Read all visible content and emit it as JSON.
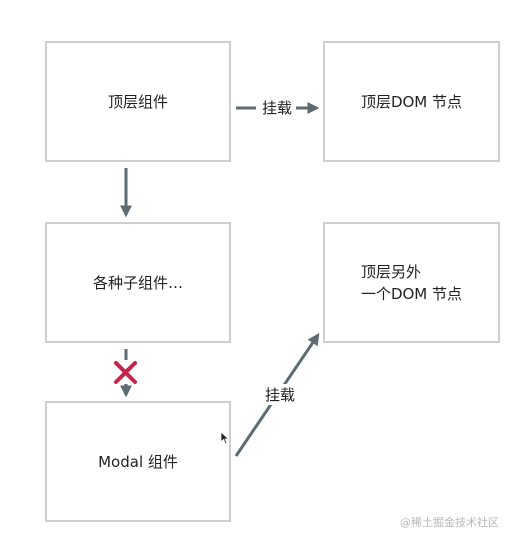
{
  "boxes": {
    "top_component": "顶层组件",
    "top_dom_node": "顶层DOM 节点",
    "child_components": "各种子组件…",
    "other_dom_node": "顶层另外\n一个DOM 节点",
    "modal_component": "Modal 组件"
  },
  "edges": {
    "mount_top": "挂载",
    "mount_modal": "挂载"
  },
  "watermark": "@稀土掘金技术社区",
  "colors": {
    "arrow": "#5d6b73",
    "box_border": "#cfcfcf",
    "cross": "#c8234a"
  },
  "icons": {
    "blocked": "cross-icon",
    "pointer": "cursor-icon"
  }
}
